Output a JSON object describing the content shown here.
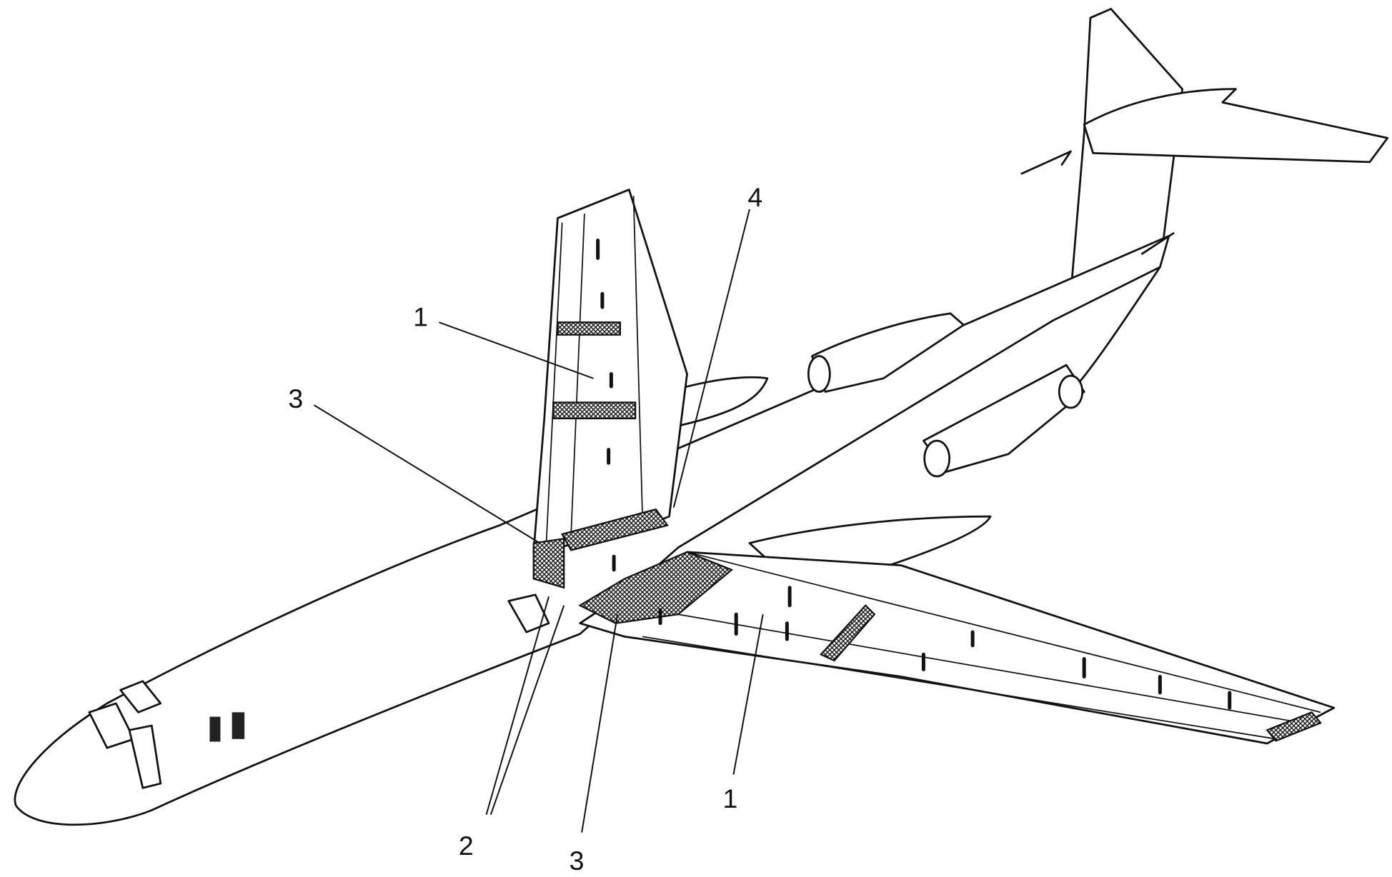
{
  "figure": {
    "labels": [
      {
        "id": "label-4",
        "text": "4"
      },
      {
        "id": "label-1-upper",
        "text": "1"
      },
      {
        "id": "label-3-left",
        "text": "3"
      },
      {
        "id": "label-2",
        "text": "2"
      },
      {
        "id": "label-3-bottom",
        "text": "3"
      },
      {
        "id": "label-1-lower",
        "text": "1"
      }
    ]
  }
}
